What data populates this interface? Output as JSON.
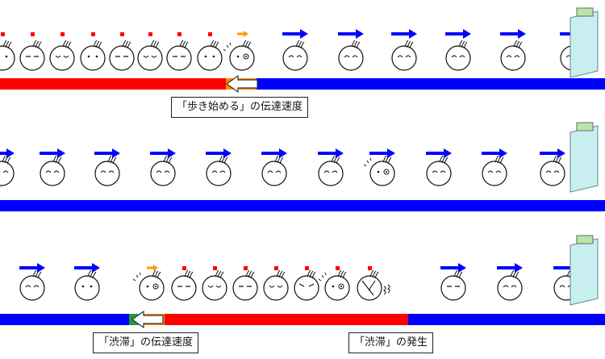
{
  "labels": {
    "start_walk_speed": "「歩き始める」の伝達速度",
    "jam_speed": "「渋滞」の伝達速度",
    "jam_occurrence": "「渋滞」の発生"
  },
  "colors": {
    "jam_bar": "#ff0000",
    "flow_bar": "#0000ff",
    "arrow_blue": "#0000ff",
    "marker_red": "#ff0000",
    "arrow_orange": "#ff9900",
    "wall": "#c8eef0",
    "wall_cap": "#b9e6a6",
    "accent_green": "#1f9a3a",
    "accent_orange": "#ff8a00"
  },
  "rows": [
    {
      "id": "row-1",
      "faces": [
        {
          "expr": "neutral",
          "mark": "red-dot"
        },
        {
          "expr": "flat",
          "mark": "red-dot"
        },
        {
          "expr": "sleepy",
          "mark": "red-dot"
        },
        {
          "expr": "neutral",
          "mark": "red-dot"
        },
        {
          "expr": "flat",
          "mark": "red-dot"
        },
        {
          "expr": "sleepy",
          "mark": "red-dot"
        },
        {
          "expr": "flat",
          "mark": "red-dot"
        },
        {
          "expr": "neutral",
          "mark": "red-dot"
        },
        {
          "expr": "surprised",
          "mark": "orange-arrow"
        },
        {
          "expr": "happy",
          "mark": "blue-arrow"
        },
        {
          "expr": "happy",
          "mark": "blue-arrow"
        },
        {
          "expr": "happy",
          "mark": "blue-arrow"
        },
        {
          "expr": "happy",
          "mark": "blue-arrow"
        },
        {
          "expr": "happy",
          "mark": "blue-arrow"
        },
        {
          "expr": "happy",
          "mark": "blue-arrow"
        }
      ]
    },
    {
      "id": "row-2",
      "faces": [
        {
          "expr": "happy",
          "mark": "blue-arrow"
        },
        {
          "expr": "happy",
          "mark": "blue-arrow"
        },
        {
          "expr": "happy",
          "mark": "blue-arrow"
        },
        {
          "expr": "happy",
          "mark": "blue-arrow"
        },
        {
          "expr": "happy",
          "mark": "blue-arrow"
        },
        {
          "expr": "happy",
          "mark": "blue-arrow"
        },
        {
          "expr": "happy",
          "mark": "blue-arrow"
        },
        {
          "expr": "surprised",
          "mark": "blue-arrow"
        },
        {
          "expr": "happy",
          "mark": "blue-arrow"
        },
        {
          "expr": "happy",
          "mark": "blue-arrow"
        },
        {
          "expr": "happy",
          "mark": "blue-arrow"
        }
      ]
    },
    {
      "id": "row-3",
      "faces": [
        {
          "expr": "happy",
          "mark": "blue-arrow"
        },
        {
          "expr": "neutral",
          "mark": "blue-arrow"
        },
        {
          "expr": "surprised",
          "mark": "orange-arrow"
        },
        {
          "expr": "flat",
          "mark": "red-dot"
        },
        {
          "expr": "sleepy",
          "mark": "red-dot"
        },
        {
          "expr": "flat",
          "mark": "red-dot"
        },
        {
          "expr": "sleepy",
          "mark": "red-dot"
        },
        {
          "expr": "angry",
          "mark": "red-dot"
        },
        {
          "expr": "surprised",
          "mark": "red-dot"
        },
        {
          "expr": "tilted",
          "mark": "red-dot"
        },
        {
          "expr": "flat",
          "mark": "blue-arrow"
        },
        {
          "expr": "happy",
          "mark": "blue-arrow"
        },
        {
          "expr": "happy",
          "mark": "blue-arrow"
        }
      ]
    }
  ]
}
